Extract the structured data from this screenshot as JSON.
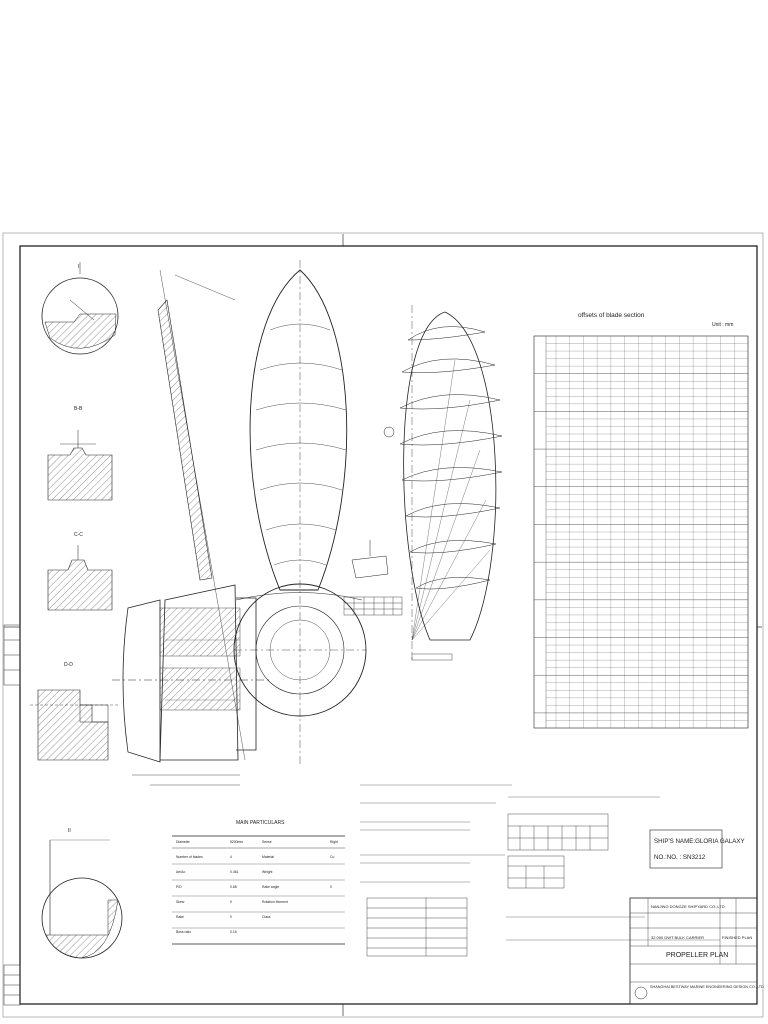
{
  "sheet": {
    "offsets_title": "offsets of blade section",
    "unit_label": "Unit : mm",
    "main_particulars_title": "MAIN PARTICULARS",
    "section_labels": [
      "I",
      "B-B",
      "C-C",
      "D-D",
      "II"
    ],
    "ship_box": {
      "line1": "SHIP'S NAME:GLORIA GALAXY",
      "line2": "NO.:NO. : SN3212"
    },
    "title_block": {
      "owner": "NANJING DONGZE SHIPYARD CO.,LTD",
      "ship_type": "32 000 DWT BULK CARRIER",
      "drawing_title": "PROPELLER PLAN",
      "stage": "FINISHED PLAN",
      "designer": "SHANGHAI BESTWAY MARINE ENGINEERING DESIGN CO.,LTD"
    },
    "particulars": [
      {
        "label": "Diameter",
        "value": "5200mm"
      },
      {
        "label": "Number of blades",
        "value": "4"
      },
      {
        "label": "Ae/Ao",
        "value": "0.461"
      },
      {
        "label": "P/D",
        "value": "0.68"
      },
      {
        "label": "Skew",
        "value": "0"
      },
      {
        "label": "Rake",
        "value": "0"
      },
      {
        "label": "Boss ratio",
        "value": "0.18"
      }
    ],
    "particulars_right": [
      {
        "label": "Sense",
        "value": "Right"
      },
      {
        "label": "Material",
        "value": "Cu"
      },
      {
        "label": "Weight",
        "value": ""
      },
      {
        "label": "Rake angle",
        "value": "0"
      },
      {
        "label": "Rotation Moment",
        "value": ""
      },
      {
        "label": "Class",
        "value": ""
      }
    ]
  }
}
